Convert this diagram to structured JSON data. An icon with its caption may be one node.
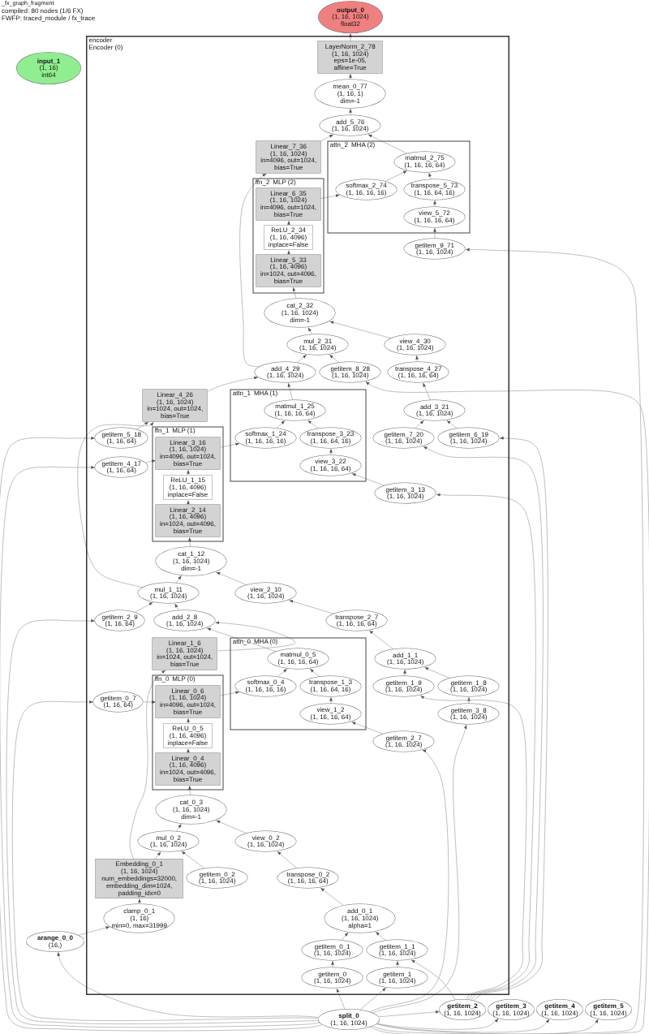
{
  "diagram": {
    "nodes": [
      {
        "text": [
          "output_0",
          "(1, 16, 1024)",
          "float32"
        ]
      },
      {
        "text": [
          "encoder",
          "Encoder (0)"
        ]
      },
      {
        "text": [
          "input_1",
          "(1, 16)",
          "int64"
        ]
      },
      {
        "text": [
          "LayerNorm_2_78",
          "(1, 16, 1024)",
          "eps=1e-05,",
          "affine=True"
        ],
        "in": 1
      },
      {
        "text": [
          "mean_0_77",
          "(1, 16, 1)",
          "dim=-1"
        ],
        "in": 1
      },
      {
        "text": [
          "add_5_76",
          "(1, 16, 1024)"
        ],
        "in": 1
      },
      {
        "text": [
          "Linear_7_36",
          "(1, 16, 1024)",
          "in=4096, out=1024,",
          "bias=True"
        ],
        "in": 1
      },
      {
        "text": [
          "attn_2",
          "MHA (2)"
        ],
        "in": 1
      },
      {
        "text": [
          "matmul_2_75",
          "(1, 16, 16, 64)"
        ],
        "in": 7
      },
      {
        "text": [
          "softmax_2_74",
          "(1, 16, 16, 16)"
        ],
        "in": 7
      },
      {
        "text": [
          "transpose_5_73",
          "(1, 16, 64, 16)"
        ],
        "in": 7
      },
      {
        "text": [
          "view_5_72",
          "(1, 16, 16, 64)"
        ],
        "in": 7
      },
      {
        "text": [
          "getitem_9_71",
          "(1, 16, 1024)"
        ],
        "in": 1
      },
      {
        "text": [
          "ffn_2",
          "MLP (2)"
        ],
        "in": 1
      },
      {
        "text": [
          "Linear_6_35",
          "(1, 16, 1024)",
          "in=4096, out=1024,",
          "bias=True"
        ],
        "in": 13
      },
      {
        "text": [
          "ReLU_2_34",
          "(1, 16, 4096)",
          "inplace=False"
        ],
        "in": 13
      },
      {
        "text": [
          "Linear_5_33",
          "(1, 16, 4096)",
          "in=1024, out=4096,",
          "bias=True"
        ],
        "in": 13
      },
      {
        "text": [
          "cat_2_32",
          "(1, 16, 1024)",
          "dim=-1"
        ],
        "in": 1
      },
      {
        "text": [
          "mul_2_31",
          "(1, 16, 1024)"
        ],
        "in": 1
      },
      {
        "text": [
          "view_4_30",
          "(1, 16, 1024)"
        ],
        "in": 1
      },
      {
        "text": [
          "add_4_29",
          "(1, 16, 1024)"
        ],
        "in": 1
      },
      {
        "text": [
          "getitem_8_28",
          "(1, 16, 1024)"
        ],
        "in": 1
      },
      {
        "text": [
          "transpose_4_27",
          "(1, 16, 16, 64)"
        ],
        "in": 1
      },
      {
        "text": [
          "Linear_4_26",
          "(1, 16, 1024)",
          "in=1024, out=1024,",
          "bias=True"
        ],
        "in": 1
      },
      {
        "text": [
          "attn_1",
          "MHA (1)"
        ],
        "in": 1
      },
      {
        "text": [
          "matmul_1_25",
          "(1, 16, 16, 64)"
        ],
        "in": 24
      },
      {
        "text": [
          "softmax_1_24",
          "(1, 16, 16, 16)"
        ],
        "in": 24
      },
      {
        "text": [
          "transpose_3_23",
          "(1, 16, 64, 16)"
        ],
        "in": 24
      },
      {
        "text": [
          "view_3_22",
          "(1, 16, 16, 64)"
        ],
        "in": 24
      },
      {
        "text": [
          "add_3_21",
          "(1, 16, 1024)"
        ],
        "in": 1
      },
      {
        "text": [
          "getitem_7_20",
          "(1, 16, 1024)"
        ],
        "in": 1
      },
      {
        "text": [
          "getitem_6_19",
          "(1, 16, 1024)"
        ],
        "in": 1
      },
      {
        "text": [
          "getitem_5_18",
          "(1, 16, 64)"
        ],
        "in": 1
      },
      {
        "text": [
          "getitem_4_17",
          "(1, 16, 64)"
        ],
        "in": 1
      },
      {
        "text": [
          "ffn_1",
          "MLP (1)"
        ],
        "in": 1
      },
      {
        "text": [
          "Linear_3_16",
          "(1, 16, 1024)",
          "in=4096, out=1024,",
          "bias=True"
        ],
        "in": 34
      },
      {
        "text": [
          "ReLU_1_15",
          "(1, 16, 4096)",
          "inplace=False"
        ],
        "in": 34
      },
      {
        "text": [
          "Linear_2_14",
          "(1, 16, 4096)",
          "in=1024, out=4096,",
          "bias=True"
        ],
        "in": 34
      },
      {
        "text": [
          "getitem_3_13",
          "(1, 16, 1024)"
        ],
        "in": 1
      },
      {
        "text": [
          "cat_1_12",
          "(1, 16, 1024)",
          "dim=-1"
        ],
        "in": 1
      },
      {
        "text": [
          "mul_1_11",
          "(1, 16, 1024)"
        ],
        "in": 1
      },
      {
        "text": [
          "view_2_10",
          "(1, 16, 1024)"
        ],
        "in": 1
      },
      {
        "text": [
          "getitem_2_9",
          "(1, 16, 64)"
        ],
        "in": 1
      },
      {
        "text": [
          "add_2_8",
          "(1, 16, 1024)"
        ],
        "in": 1
      },
      {
        "text": [
          "transpose_2_7",
          "(1, 16, 16, 64)"
        ],
        "in": 1
      },
      {
        "text": [
          "Linear_1_6",
          "(1, 16, 1024)",
          "in=1024, out=1024,",
          "bias=True"
        ],
        "in": 1
      },
      {
        "text": [
          "attn_0",
          "MHA (0)"
        ],
        "in": 1
      },
      {
        "text": [
          "matmul_0_5",
          "(1, 16, 16, 64)"
        ],
        "in": 46
      },
      {
        "text": [
          "softmax_0_4",
          "(1, 16, 16, 16)"
        ],
        "in": 46
      },
      {
        "text": [
          "transpose_1_3",
          "(1, 16, 64, 16)"
        ],
        "in": 46
      },
      {
        "text": [
          "view_1_2",
          "(1, 16, 16, 64)"
        ],
        "in": 46
      },
      {
        "text": [
          "add_1_1",
          "(1, 16, 1024)"
        ],
        "in": 1
      },
      {
        "text": [
          "getitem_1_9",
          "(1, 16, 1024)"
        ],
        "in": 1
      },
      {
        "text": [
          "getitem_1_8",
          "(1, 16, 1024)"
        ],
        "in": 1
      },
      {
        "text": [
          "getitem_0_7",
          "(1, 16, 64)"
        ],
        "in": 1
      },
      {
        "text": [
          "ffn_0",
          "MLP (0)"
        ],
        "in": 1
      },
      {
        "text": [
          "Linear_0_6",
          "(1, 16, 1024)",
          "in=4096, out=1024,",
          "bias=True"
        ],
        "in": 55
      },
      {
        "text": [
          "ReLU_0_5",
          "(1, 16, 4096)",
          "inplace=False"
        ],
        "in": 55
      },
      {
        "text": [
          "Linear_0_4",
          "(1, 16, 4096)",
          "in=1024, out=4096,",
          "bias=True"
        ],
        "in": 55
      },
      {
        "text": [
          "getitem_3_8",
          "(1, 16, 1024)"
        ],
        "in": 1
      },
      {
        "text": [
          "getitem_2_7",
          "(1, 16, 1024)"
        ],
        "in": 1
      },
      {
        "text": [
          "cat_0_3",
          "(1, 16, 1024)",
          "dim=-1"
        ],
        "in": 1
      },
      {
        "text": [
          "mul_0_2",
          "(1, 16, 1024)"
        ],
        "in": 1
      },
      {
        "text": [
          "view_0_2",
          "(1, 16, 1024)"
        ],
        "in": 1
      },
      {
        "text": [
          "Embedding_0_1",
          "(1, 16, 1024)",
          "num_embeddings=32000,",
          "embedding_dim=1024,",
          "padding_idx=0"
        ],
        "in": 1
      },
      {
        "text": [
          "getitem_0_2",
          "(1, 16, 1024)"
        ],
        "in": 1
      },
      {
        "text": [
          "transpose_0_2",
          "(1, 16, 16, 64)"
        ],
        "in": 1
      },
      {
        "text": [
          "clamp_0_1",
          "(1, 16)",
          "min=0, max=31999"
        ],
        "in": 1
      },
      {
        "text": [
          "add_0_1",
          "(1, 16, 1024)",
          "alpha=1"
        ],
        "in": 1
      },
      {
        "text": [
          "arange_0_0",
          "(16,)"
        ]
      },
      {
        "text": [
          "getitem_0_1",
          "(1, 16, 1024)"
        ],
        "in": 1
      },
      {
        "text": [
          "getitem_1_1",
          "(1, 16, 1024)"
        ],
        "in": 1
      },
      {
        "text": [
          "getitem_0",
          "(1, 16, 1024)"
        ],
        "in": 1
      },
      {
        "text": [
          "getitem_1",
          "(1, 16, 1024)"
        ],
        "in": 1
      },
      {
        "text": [
          "getitem_2",
          "(1, 16, 1024)"
        ]
      },
      {
        "text": [
          "getitem_3",
          "(1, 16, 1024)"
        ]
      },
      {
        "text": [
          "getitem_4",
          "(1, 16, 1024)"
        ]
      },
      {
        "text": [
          "getitem_5",
          "(1, 16, 1024)"
        ]
      },
      {
        "text": [
          "split_0",
          "(1, 16, 1024)"
        ]
      }
    ],
    "edges": [
      {
        "from": 3,
        "to": 0,
        "arrow": "to"
      },
      {
        "from": 4,
        "to": 3,
        "arrow": "to"
      },
      {
        "from": 5,
        "to": 4,
        "arrow": "to"
      },
      {
        "from": 6,
        "to": 5,
        "arrow": "to"
      },
      {
        "from": 8,
        "to": 5,
        "arrow": "to"
      },
      {
        "from": 9,
        "to": 8,
        "arrow": "to"
      },
      {
        "from": 10,
        "to": 8,
        "arrow": "to"
      },
      {
        "from": 11,
        "to": 10,
        "arrow": "to"
      },
      {
        "from": 12,
        "to": 11,
        "arrow": "to"
      },
      {
        "from": 14,
        "to": 9,
        "arrow": "to"
      },
      {
        "from": 15,
        "to": 14,
        "arrow": "to"
      },
      {
        "from": 16,
        "to": 15,
        "arrow": "to"
      },
      {
        "from": 17,
        "to": 16,
        "arrow": "to"
      },
      {
        "from": 18,
        "to": 17,
        "arrow": "to"
      },
      {
        "from": 19,
        "to": 17,
        "arrow": "to"
      },
      {
        "from": 20,
        "to": 18,
        "arrow": "to"
      },
      {
        "from": 21,
        "to": 18,
        "arrow": "to"
      },
      {
        "from": 22,
        "to": 19,
        "arrow": "to"
      },
      {
        "from": 20,
        "to": 6,
        "arrow": "to"
      },
      {
        "from": 23,
        "to": 20,
        "arrow": "to"
      },
      {
        "from": 25,
        "to": 20,
        "arrow": "to"
      },
      {
        "from": 26,
        "to": 25,
        "arrow": "to"
      },
      {
        "from": 27,
        "to": 25,
        "arrow": "to"
      },
      {
        "from": 28,
        "to": 27,
        "arrow": "to"
      },
      {
        "from": 29,
        "to": 22,
        "arrow": "to"
      },
      {
        "from": 30,
        "to": 29,
        "arrow": "to"
      },
      {
        "from": 31,
        "to": 29,
        "arrow": "to"
      },
      {
        "from": 32,
        "to": 23,
        "arrow": "to"
      },
      {
        "from": 33,
        "to": 35,
        "arrow": "to"
      },
      {
        "from": 35,
        "to": 26,
        "arrow": "to"
      },
      {
        "from": 36,
        "to": 35,
        "arrow": "to"
      },
      {
        "from": 37,
        "to": 36,
        "arrow": "to"
      },
      {
        "from": 38,
        "to": 28,
        "arrow": "to"
      },
      {
        "from": 39,
        "to": 37,
        "arrow": "to"
      },
      {
        "from": 40,
        "to": 39,
        "arrow": "to"
      },
      {
        "from": 41,
        "to": 39,
        "arrow": "to"
      },
      {
        "from": 40,
        "to": 23,
        "arrow": "to"
      },
      {
        "from": 42,
        "to": 40,
        "arrow": "to"
      },
      {
        "from": 43,
        "to": 40,
        "arrow": "to"
      },
      {
        "from": 44,
        "to": 41,
        "arrow": "to"
      },
      {
        "from": 45,
        "to": 43,
        "arrow": "to"
      },
      {
        "from": 47,
        "to": 43,
        "arrow": "to"
      },
      {
        "from": 48,
        "to": 47,
        "arrow": "to"
      },
      {
        "from": 49,
        "to": 47,
        "arrow": "to"
      },
      {
        "from": 50,
        "to": 49,
        "arrow": "to"
      },
      {
        "from": 51,
        "to": 44,
        "arrow": "to"
      },
      {
        "from": 52,
        "to": 51,
        "arrow": "to"
      },
      {
        "from": 53,
        "to": 51,
        "arrow": "to"
      },
      {
        "from": 54,
        "to": 56,
        "arrow": "to"
      },
      {
        "from": 56,
        "to": 48,
        "arrow": "to"
      },
      {
        "from": 57,
        "to": 56,
        "arrow": "to"
      },
      {
        "from": 58,
        "to": 57,
        "arrow": "to"
      },
      {
        "from": 59,
        "to": 53,
        "arrow": "to"
      },
      {
        "from": 60,
        "to": 50,
        "arrow": "to"
      },
      {
        "from": 61,
        "to": 58,
        "arrow": "to"
      },
      {
        "from": 62,
        "to": 61,
        "arrow": "to"
      },
      {
        "from": 63,
        "to": 61,
        "arrow": "to"
      },
      {
        "from": 64,
        "to": 62,
        "arrow": "to"
      },
      {
        "from": 65,
        "to": 62,
        "arrow": "to"
      },
      {
        "from": 66,
        "to": 63,
        "arrow": "to"
      },
      {
        "from": 64,
        "to": 45,
        "arrow": "to"
      },
      {
        "from": 67,
        "to": 64,
        "arrow": "to"
      },
      {
        "from": 68,
        "to": 66,
        "arrow": "to"
      },
      {
        "from": 69,
        "to": 67,
        "arrow": "to"
      },
      {
        "from": 70,
        "to": 68,
        "arrow": "to"
      },
      {
        "from": 71,
        "to": 68,
        "arrow": "to"
      },
      {
        "from": 72,
        "to": 70,
        "arrow": "to"
      },
      {
        "from": 73,
        "to": 71,
        "arrow": "to"
      },
      {
        "from": 74,
        "to": 71,
        "arrow": "to"
      },
      {
        "from": 74,
        "to": 31,
        "arrow": "to"
      },
      {
        "from": 74,
        "to": 30,
        "arrow": "to"
      },
      {
        "from": 74,
        "to": 38,
        "arrow": "to"
      },
      {
        "from": 74,
        "to": 52,
        "arrow": "to"
      },
      {
        "from": 78,
        "to": 72,
        "arrow": "to"
      },
      {
        "from": 78,
        "to": 73,
        "arrow": "to"
      },
      {
        "from": 78,
        "to": 74,
        "arrow": "to"
      },
      {
        "from": 78,
        "to": 75,
        "arrow": "to"
      },
      {
        "from": 78,
        "to": 76,
        "arrow": "to"
      },
      {
        "from": 78,
        "to": 77,
        "arrow": "to"
      },
      {
        "from": 78,
        "to": 12,
        "arrow": "to"
      },
      {
        "from": 78,
        "to": 21,
        "arrow": "to"
      },
      {
        "from": 78,
        "to": 32,
        "arrow": "to"
      },
      {
        "from": 78,
        "to": 33,
        "arrow": "to"
      },
      {
        "from": 78,
        "to": 42,
        "arrow": "to"
      },
      {
        "from": 78,
        "to": 54,
        "arrow": "to"
      },
      {
        "from": 78,
        "to": 69,
        "arrow": "to"
      },
      {
        "from": 78,
        "to": 60,
        "arrow": "to"
      },
      {
        "from": 78,
        "to": 59,
        "arrow": "to"
      }
    ],
    "labels": [
      "_fx_graph_fragment",
      "compiled: 80 nodes (1/6 FX)",
      "FWFP: traced_module / fx_trace"
    ]
  }
}
